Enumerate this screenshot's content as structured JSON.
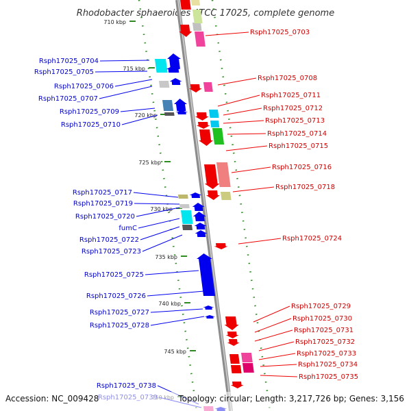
{
  "title": "Rhodobacter sphaeroides ATCC 17025, complete genome",
  "footer": {
    "accession": "Accession: NC_009428",
    "topology": "Topology: circular; Length: 3,217,726 bp; Genes: 3,156"
  },
  "ticks": [
    "710 kbp",
    "715 kbp",
    "720 kbp",
    "725 kbp",
    "730 kbp",
    "735 kbp",
    "740 kbp",
    "745 kbp",
    "750 kbp"
  ],
  "left_labels": [
    "Rsph17025_0704",
    "Rsph17025_0705",
    "Rsph17025_0706",
    "Rsph17025_0707",
    "Rsph17025_0709",
    "Rsph17025_0710",
    "Rsph17025_0717",
    "Rsph17025_0719",
    "Rsph17025_0720",
    "fumC",
    "Rsph17025_0722",
    "Rsph17025_0723",
    "Rsph17025_0725",
    "Rsph17025_0726",
    "Rsph17025_0727",
    "Rsph17025_0728",
    "Rsph17025_0738",
    "Rsph17025_0739"
  ],
  "right_labels": [
    "Rsph17025_0703",
    "Rsph17025_0708",
    "Rsph17025_0711",
    "Rsph17025_0712",
    "Rsph17025_0713",
    "Rsph17025_0714",
    "Rsph17025_0715",
    "Rsph17025_0716",
    "Rsph17025_0718",
    "Rsph17025_0724",
    "Rsph17025_0729",
    "Rsph17025_0730",
    "Rsph17025_0731",
    "Rsph17025_0732",
    "Rsph17025_0733",
    "Rsph17025_0734",
    "Rsph17025_0735"
  ],
  "colors": {
    "forward_strand": "#0000ee",
    "reverse_strand": "#ee0000",
    "backbone": "#888888",
    "tick_marks": "#228b22"
  }
}
